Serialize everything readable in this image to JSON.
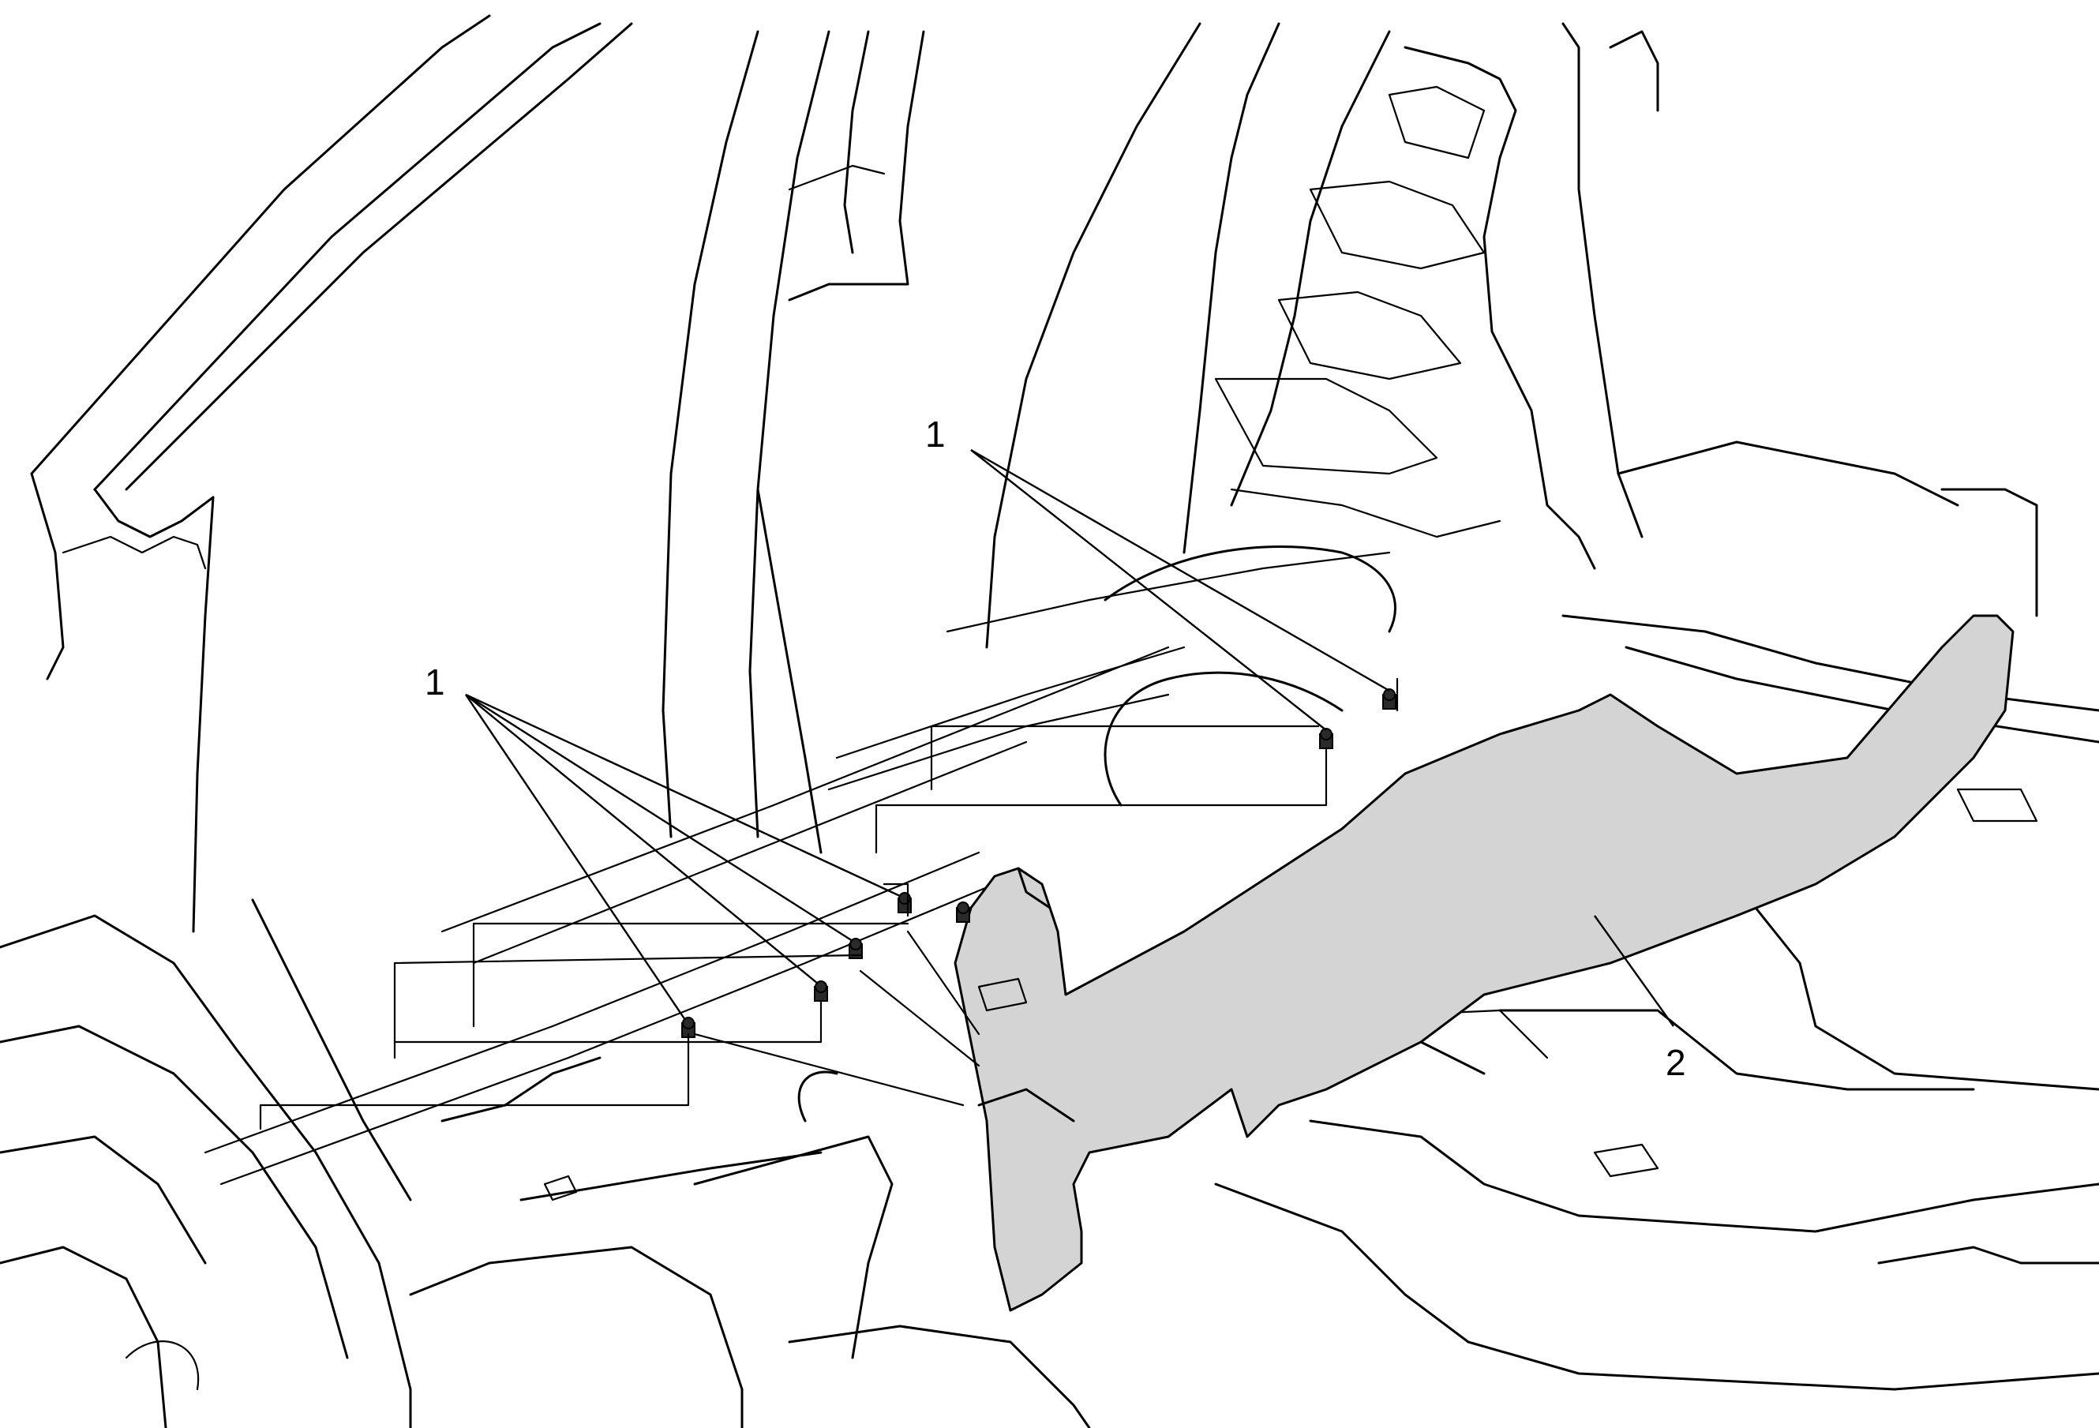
{
  "callouts": {
    "fasteners_upper": "1",
    "fasteners_lower": "1",
    "sill_panel": "2"
  },
  "colors": {
    "line": "#000000",
    "background": "#ffffff",
    "panel_fill": "#d4d4d4",
    "clip_fill": "#2a2a2a"
  }
}
